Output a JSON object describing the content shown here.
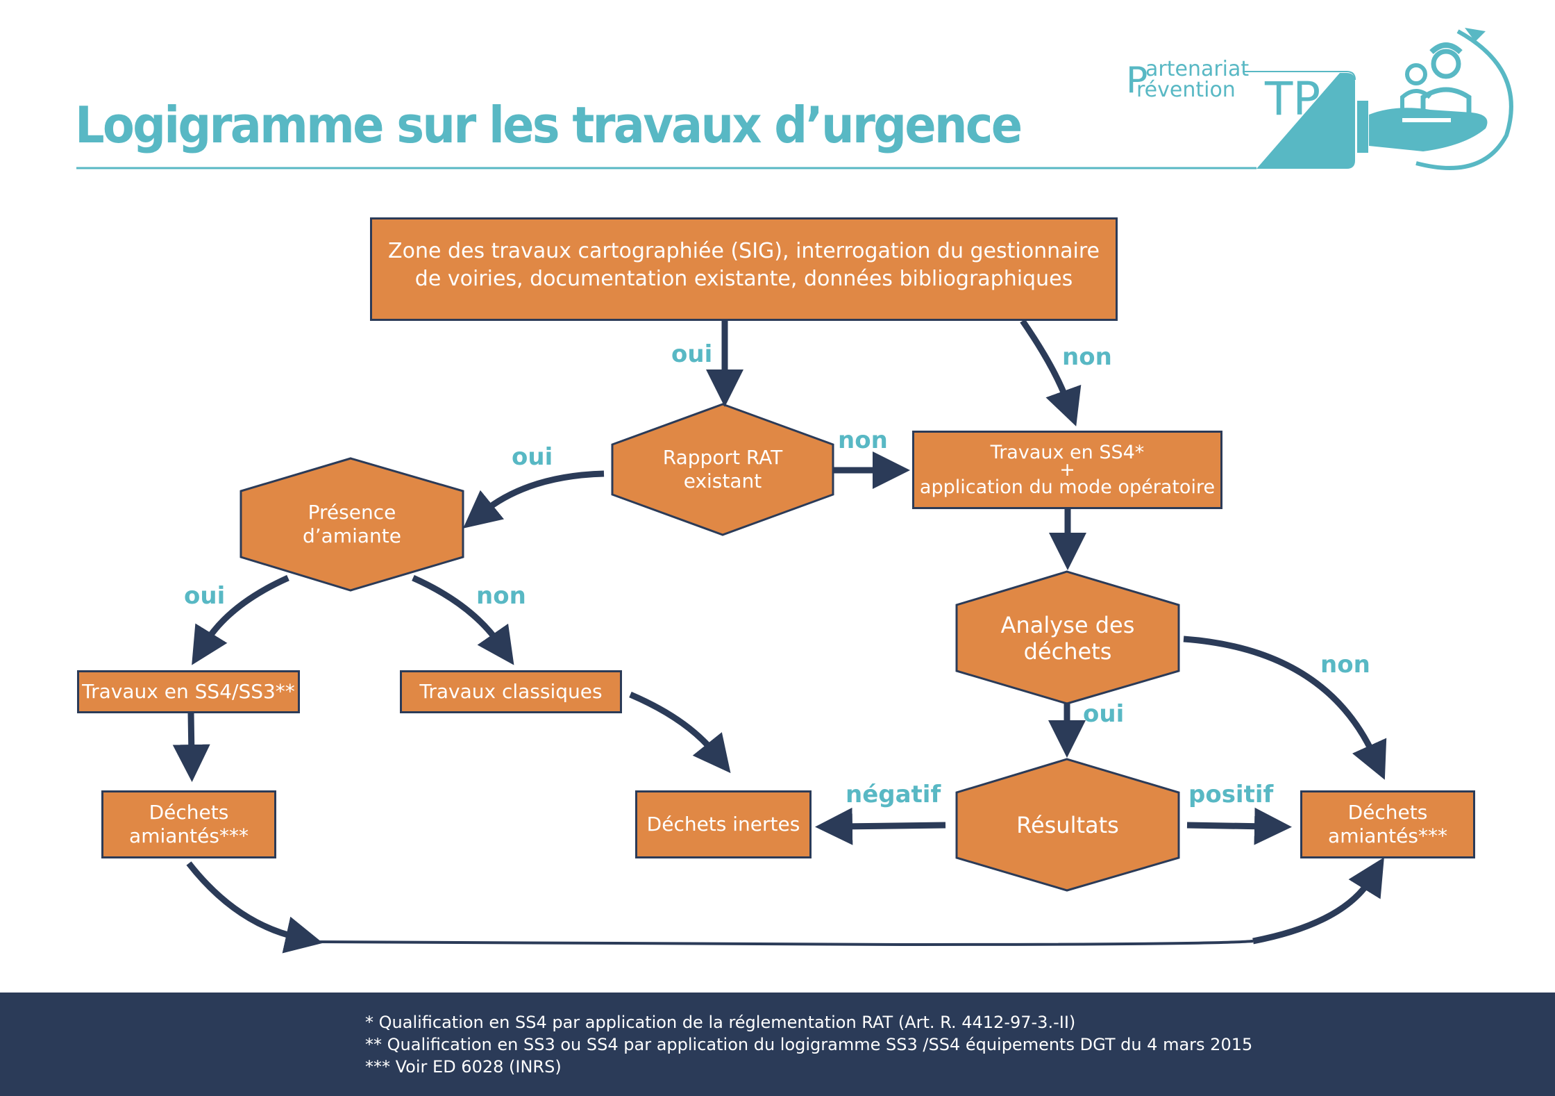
{
  "header": {
    "title": "Logigramme sur les travaux d’urgence",
    "logo": {
      "line1_initial": "P",
      "line1": "artenariat",
      "line2": "révention",
      "suffix": "TP",
      "icon": "hand-holding-workers-icon"
    }
  },
  "colors": {
    "accent": "#58b8c4",
    "node_fill": "#e08845",
    "node_border": "#2b3b58",
    "arrow": "#2b3b58",
    "footer_bg": "#2b3b58"
  },
  "nodes": {
    "start": "Zone des travaux cartographiée (SIG), interrogation du gestionnaire\nde voiries, documentation existante, données bibliographiques",
    "rapport_rat": "Rapport RAT\nexistant",
    "travaux_ss4": "Travaux en SS4*\n+\napplication du mode opératoire",
    "presence_amiante": "Présence\nd’amiante",
    "analyse_dechets": "Analyse des\ndéchets",
    "travaux_ss4_ss3": "Travaux en SS4/SS3**",
    "travaux_classiques": "Travaux classiques",
    "dechets_amiantes_left": "Déchets\namiantés***",
    "dechets_inertes": "Déchets inertes",
    "resultats": "Résultats",
    "dechets_amiantes_right": "Déchets\namiantés***"
  },
  "edge_labels": {
    "start_oui": "oui",
    "start_non": "non",
    "rat_non": "non",
    "rat_oui": "oui",
    "amiante_oui": "oui",
    "amiante_non": "non",
    "analyse_oui": "oui",
    "analyse_non": "non",
    "resultats_negatif": "négatif",
    "resultats_positif": "positif"
  },
  "footer": {
    "notes": [
      "* Qualification en SS4 par application de la réglementation RAT (Art. R. 4412-97-3.-II)",
      "** Qualification en SS3 ou SS4 par application du logigramme SS3 /SS4 équipements DGT du 4 mars 2015",
      "*** Voir ED 6028 (INRS)"
    ]
  }
}
